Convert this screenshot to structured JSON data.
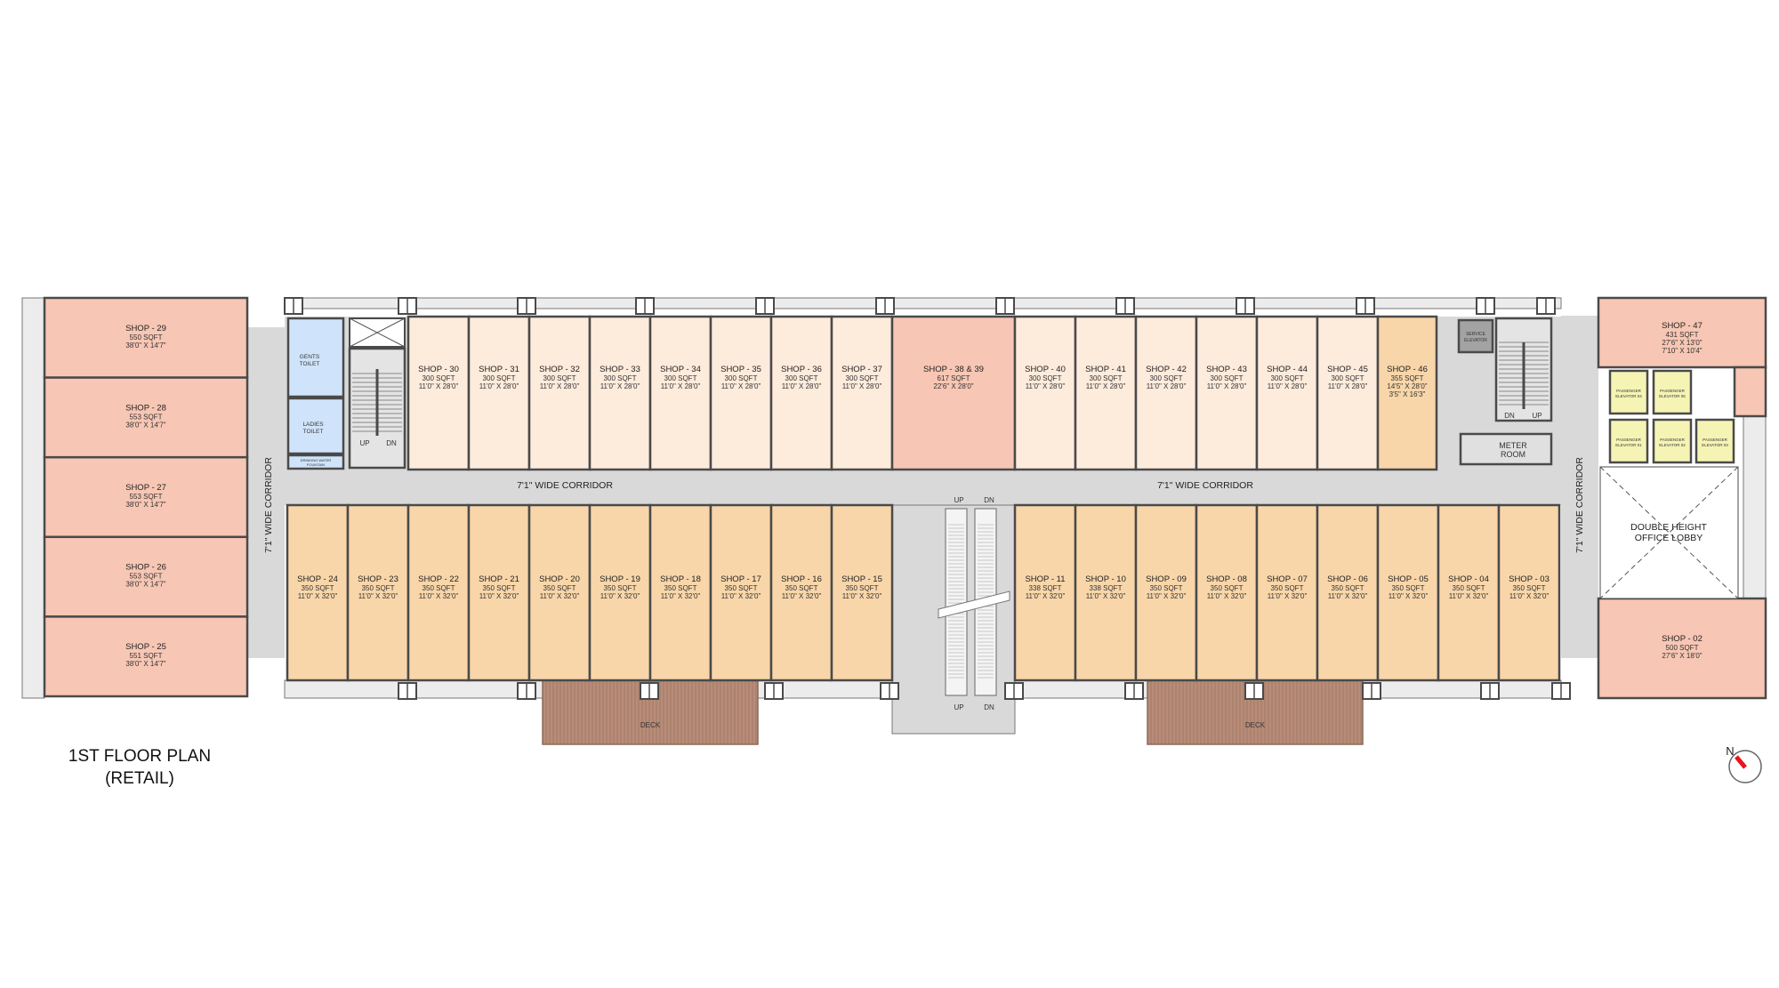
{
  "title": {
    "line1": "1ST  FLOOR PLAN",
    "line2": "(RETAIL)"
  },
  "compass": {
    "label": "N",
    "icon": "north-arrow-icon",
    "needle_color": "#e8141c"
  },
  "colors": {
    "end_shop": "#f7c6b4",
    "top_shop": "#fdebdc",
    "bottom_shop": "#f8d6a9",
    "corridor": "#d9d9d9",
    "toilet": "#cfe4fa",
    "elevator": "#f6f4b4",
    "service_elevator": "#a3a3a3",
    "deck": "#b88c78",
    "wall": "#4a4a4a"
  },
  "corridor_label": "7'1\" WIDE CORRIDOR",
  "left_shops": [
    {
      "name": "SHOP - 29",
      "area": "550 SQFT",
      "dims": "38'0\" X 14'7\""
    },
    {
      "name": "SHOP - 28",
      "area": "553 SQFT",
      "dims": "38'0\" X 14'7\""
    },
    {
      "name": "SHOP - 27",
      "area": "553 SQFT",
      "dims": "38'0\" X 14'7\""
    },
    {
      "name": "SHOP - 26",
      "area": "553 SQFT",
      "dims": "38'0\" X 14'7\""
    },
    {
      "name": "SHOP - 25",
      "area": "551 SQFT",
      "dims": "38'0\" X 14'7\""
    }
  ],
  "top_shops": [
    {
      "name": "SHOP - 30",
      "area": "300 SQFT",
      "dims": "11'0\" X 28'0\""
    },
    {
      "name": "SHOP - 31",
      "area": "300 SQFT",
      "dims": "11'0\" X 28'0\""
    },
    {
      "name": "SHOP - 32",
      "area": "300 SQFT",
      "dims": "11'0\" X 28'0\""
    },
    {
      "name": "SHOP - 33",
      "area": "300 SQFT",
      "dims": "11'0\" X 28'0\""
    },
    {
      "name": "SHOP - 34",
      "area": "300 SQFT",
      "dims": "11'0\" X 28'0\""
    },
    {
      "name": "SHOP - 35",
      "area": "300 SQFT",
      "dims": "11'0\" X 28'0\""
    },
    {
      "name": "SHOP - 36",
      "area": "300 SQFT",
      "dims": "11'0\" X 28'0\""
    },
    {
      "name": "SHOP - 37",
      "area": "300 SQFT",
      "dims": "11'0\" X 28'0\""
    },
    {
      "name": "SHOP - 38 & 39",
      "area": "617 SQFT",
      "dims": "22'6\" X 28'0\""
    },
    {
      "name": "SHOP - 40",
      "area": "300 SQFT",
      "dims": "11'0\" X 28'0\""
    },
    {
      "name": "SHOP - 41",
      "area": "300 SQFT",
      "dims": "11'0\" X 28'0\""
    },
    {
      "name": "SHOP - 42",
      "area": "300 SQFT",
      "dims": "11'0\" X 28'0\""
    },
    {
      "name": "SHOP - 43",
      "area": "300 SQFT",
      "dims": "11'0\" X 28'0\""
    },
    {
      "name": "SHOP - 44",
      "area": "300 SQFT",
      "dims": "11'0\" X 28'0\""
    },
    {
      "name": "SHOP - 45",
      "area": "300 SQFT",
      "dims": "11'0\" X 28'0\""
    },
    {
      "name": "SHOP - 46",
      "area": "355 SQFT",
      "dims": "14'5\" X 28'0\"",
      "dims2": "3'5\" X 16'3\""
    }
  ],
  "bottom_shops": [
    {
      "name": "SHOP - 24",
      "area": "350 SQFT",
      "dims": "11'0\" X 32'0\""
    },
    {
      "name": "SHOP - 23",
      "area": "350 SQFT",
      "dims": "11'0\" X 32'0\""
    },
    {
      "name": "SHOP - 22",
      "area": "350 SQFT",
      "dims": "11'0\" X 32'0\""
    },
    {
      "name": "SHOP - 21",
      "area": "350 SQFT",
      "dims": "11'0\" X 32'0\""
    },
    {
      "name": "SHOP - 20",
      "area": "350 SQFT",
      "dims": "11'0\" X 32'0\""
    },
    {
      "name": "SHOP - 19",
      "area": "350 SQFT",
      "dims": "11'0\" X 32'0\""
    },
    {
      "name": "SHOP - 18",
      "area": "350 SQFT",
      "dims": "11'0\" X 32'0\""
    },
    {
      "name": "SHOP - 17",
      "area": "350 SQFT",
      "dims": "11'0\" X 32'0\""
    },
    {
      "name": "SHOP - 16",
      "area": "350 SQFT",
      "dims": "11'0\" X 32'0\""
    },
    {
      "name": "SHOP - 15",
      "area": "350 SQFT",
      "dims": "11'0\" X 32'0\""
    },
    {
      "name": "SHOP - 11",
      "area": "338 SQFT",
      "dims": "11'0\" X 32'0\""
    },
    {
      "name": "SHOP - 10",
      "area": "338 SQFT",
      "dims": "11'0\" X 32'0\""
    },
    {
      "name": "SHOP - 09",
      "area": "350 SQFT",
      "dims": "11'0\" X 32'0\""
    },
    {
      "name": "SHOP - 08",
      "area": "350 SQFT",
      "dims": "11'0\" X 32'0\""
    },
    {
      "name": "SHOP - 07",
      "area": "350 SQFT",
      "dims": "11'0\" X 32'0\""
    },
    {
      "name": "SHOP - 06",
      "area": "350 SQFT",
      "dims": "11'0\" X 32'0\""
    },
    {
      "name": "SHOP - 05",
      "area": "350 SQFT",
      "dims": "11'0\" X 32'0\""
    },
    {
      "name": "SHOP - 04",
      "area": "350 SQFT",
      "dims": "11'0\" X 32'0\""
    },
    {
      "name": "SHOP - 03",
      "area": "350 SQFT",
      "dims": "11'0\" X 32'0\""
    }
  ],
  "right_shops": [
    {
      "name": "SHOP - 47",
      "area": "431 SQFT",
      "dims": "27'6\" X 13'0\"",
      "dims2": "7'10\" X 10'4\""
    },
    {
      "name": "SHOP - 02",
      "area": "500 SQFT",
      "dims": "27'6\" X 18'0\""
    }
  ],
  "services": {
    "gents": [
      "GENTS",
      "TOILET"
    ],
    "ladies": [
      "LADIES",
      "TOILET"
    ],
    "fountain": [
      "DRINKING WATER",
      "FOUNTAIN"
    ],
    "service_elevator": [
      "SERVICE",
      "ELEVATOR"
    ],
    "meter_room": [
      "METER",
      "ROOM"
    ],
    "lobby": [
      "DOUBLE HEIGHT",
      "OFFICE LOBBY"
    ],
    "up": "UP",
    "dn": "DN",
    "deck": "DECK",
    "elevators": [
      [
        "PASSENGER",
        "ELEVATOR 04"
      ],
      [
        "PASSENGER",
        "ELEVATOR 05"
      ],
      [
        "PASSENGER",
        "ELEVATOR 01"
      ],
      [
        "PASSENGER",
        "ELEVATOR 02"
      ],
      [
        "PASSENGER",
        "ELEVATOR 03"
      ]
    ]
  }
}
